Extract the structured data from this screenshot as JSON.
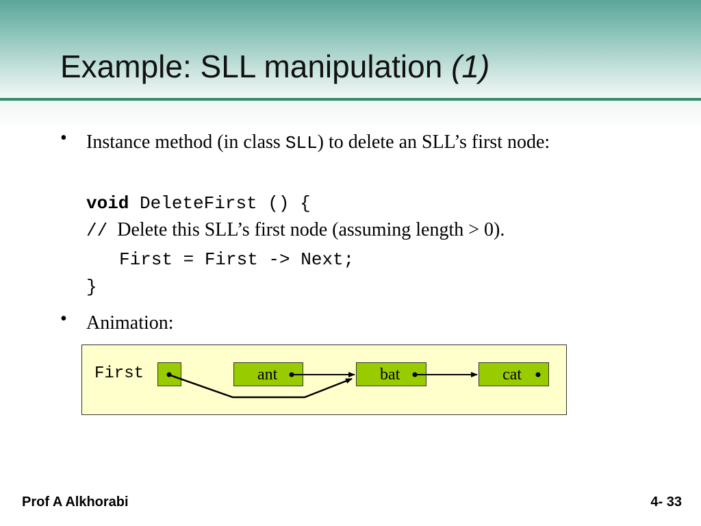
{
  "slide": {
    "title": "Example: SLL manipulation",
    "title_suffix": "(1)",
    "bullets": [
      {
        "text_before": "Instance method (in class ",
        "code": "SLL",
        "text_after": ") to delete an SLL’s first node:"
      },
      {
        "text": "Animation:"
      }
    ],
    "code": {
      "keyword": "void",
      "signature": " DeleteFirst () {",
      "comment_marker": "//",
      "comment_text": "  Delete this SLL’s first node (assuming length > 0).",
      "statement": "First = First -> Next;",
      "close_brace": "}"
    },
    "footer": {
      "author": "Prof A Alkhorabi",
      "page": "4- 33"
    }
  },
  "diagram": {
    "pointer_label": "First",
    "nodes": [
      "ant",
      "bat",
      "cat"
    ],
    "colors": {
      "node_fill": "#99cc00",
      "panel_fill": "#ffffcc",
      "header_accent": "#2e8b6e"
    }
  }
}
